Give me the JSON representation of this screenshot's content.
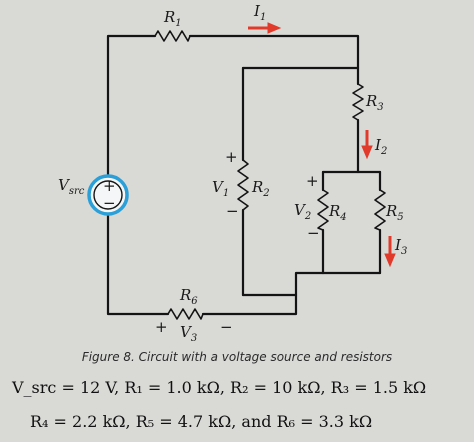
{
  "circuit": {
    "resistors": {
      "r1": {
        "label": "R",
        "sub": "1"
      },
      "r2": {
        "label": "R",
        "sub": "2"
      },
      "r3": {
        "label": "R",
        "sub": "3"
      },
      "r4": {
        "label": "R",
        "sub": "4"
      },
      "r5": {
        "label": "R",
        "sub": "5"
      },
      "r6": {
        "label": "R",
        "sub": "6"
      }
    },
    "currents": {
      "i1": {
        "label": "I",
        "sub": "1"
      },
      "i2": {
        "label": "I",
        "sub": "2"
      },
      "i3": {
        "label": "I",
        "sub": "3"
      }
    },
    "voltages": {
      "v1": {
        "label": "V",
        "sub": "1",
        "plus": "+",
        "minus": "−"
      },
      "v2": {
        "label": "V",
        "sub": "2",
        "plus": "+",
        "minus": "−"
      },
      "v3": {
        "label": "V",
        "sub": "3",
        "plus": "+",
        "minus": "−"
      }
    },
    "source": {
      "label": "V",
      "sub": "src",
      "plus": "+",
      "minus": "−"
    },
    "colors": {
      "arrow": "#e23a2a",
      "source_ring": "#2a9fd8",
      "wire": "#141414"
    }
  },
  "caption": "Figure 8. Circuit with a voltage source and resistors",
  "values": {
    "line1": "V_src = 12 V, R₁ = 1.0 kΩ, R₂ = 10 kΩ, R₃ = 1.5 kΩ",
    "line2": "R₄ = 2.2 kΩ, R₅ = 4.7 kΩ, and R₆ = 3.3 kΩ"
  }
}
